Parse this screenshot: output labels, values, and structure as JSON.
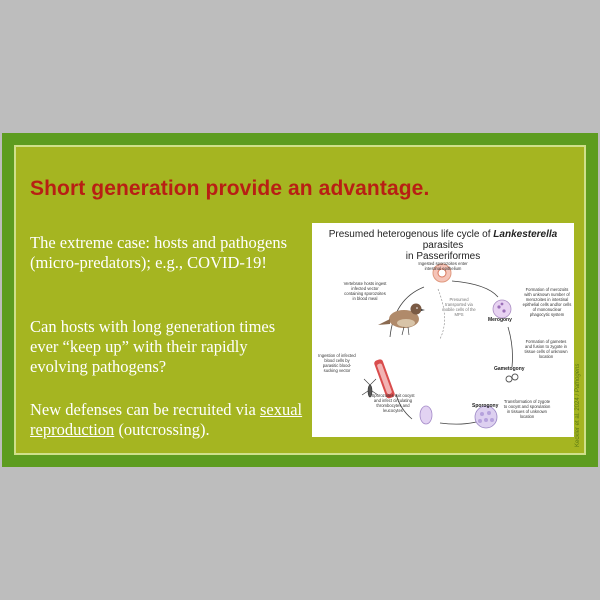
{
  "slide": {
    "title": "Short generation provide an advantage.",
    "paragraph1": "The extreme case: hosts and pathogens (micro-predators); e.g., COVID-19!",
    "paragraph2": "Can hosts with long generation times ever “keep up” with their rapidly evolving pathogens?",
    "paragraph3_before": "New defenses can be recruited via ",
    "paragraph3_link": "sexual reproduction",
    "paragraph3_after": " (outcrossing)."
  },
  "figure": {
    "title_before": "Presumed heterogenous life cycle of ",
    "title_italic": "Lankesterella",
    "title_after": " parasites",
    "title_line2": "in Passeriformes",
    "labels": {
      "ingested": "Ingested sporozoites enter intestinal epithelium",
      "vertebrate": "Vertebrate hosts ingest infected vector containing sporozoites in blood meal",
      "presumed": "Presumed transported via mobile cells of the MPS",
      "merozoites": "Formation of merozoits with unknown number of merozoites in intestinal epithelial cells and/or cells of mononuclear phagocytic system",
      "gametes": "Formation of gametes and fusion to zygote in tissue cells of unknown location",
      "injection": "Ingestion of infected blood cells by parasitic blood-sucking vector",
      "sporozoites_exit": "Sporozoites exit oocyst and infect circulating thrombocytes and leucocytes",
      "transformation": "Transformation of zygote to oocyst and sporulation in tissues of unknown location"
    },
    "stages": {
      "merogony": "Merogony",
      "gametogony": "Gametogony",
      "sporogony": "Sporogony"
    },
    "credit_before": "Keckler et al. 2024 / ",
    "credit_italic": "Pathogens"
  }
}
